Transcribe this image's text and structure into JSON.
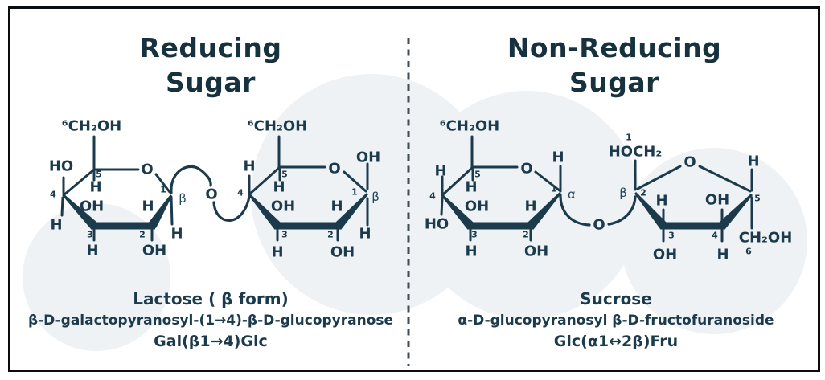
{
  "colors": {
    "ink": "#1b3a4b",
    "title": "#16323e",
    "border": "#0a0d10",
    "watermark": "#eff2f4"
  },
  "panels": {
    "left": {
      "title_line1": "Reducing",
      "title_line2": "Sugar",
      "caption": {
        "name": "Lactose ( β form)",
        "iupac": "β-D-galactopyranosyl-(1→4)-β-D-glucopyranose",
        "short": "Gal(β1→4)Glc"
      }
    },
    "right": {
      "title_line1": "Non-Reducing",
      "title_line2": "Sugar",
      "caption": {
        "name": "Sucrose",
        "iupac": "α-D-glucopyranosyl β-D-fructofuranoside",
        "short": "Glc(α1↔2β)Fru"
      }
    }
  },
  "lactose": {
    "gal": {
      "c6": "⁶CH₂OH",
      "n5": "5",
      "h5": "H",
      "ring_o": "O",
      "ho4": "HO",
      "n4": "4",
      "h4": "H",
      "oh3": "OH",
      "n3": "3",
      "h3": "H",
      "h2": "H",
      "n2": "2",
      "oh2": "OH",
      "n1": "1",
      "beta": "β",
      "h1": "H"
    },
    "glyco_o": "O",
    "glc": {
      "c6": "⁶CH₂OH",
      "h4": "H",
      "n4": "4",
      "n5": "5",
      "h5": "H",
      "ring_o": "O",
      "oh1": "OH",
      "n1": "1",
      "beta": "β",
      "h1": "H",
      "oh3": "OH",
      "n3": "3",
      "h3": "H",
      "h2": "H",
      "n2": "2",
      "oh2": "OH"
    }
  },
  "sucrose": {
    "glc": {
      "c6": "⁶CH₂OH",
      "h4": "H",
      "n4": "4",
      "ho4": "HO",
      "n5": "5",
      "h5": "H",
      "ring_o": "O",
      "h1": "H",
      "n1": "1",
      "alpha": "α",
      "oh3": "OH",
      "n3": "3",
      "h3": "H",
      "h2": "H",
      "n2": "2",
      "oh2": "OH"
    },
    "glyco_o": "O",
    "fru": {
      "n1": "1",
      "hoch2": "HOCH₂",
      "beta": "β",
      "n2": "2",
      "ring_o": "O",
      "h5": "H",
      "n5": "5",
      "ch2oh": "CH₂OH",
      "n6": "6",
      "h3": "H",
      "n3": "3",
      "oh3": "OH",
      "oh4": "OH",
      "n4": "4",
      "h4": "H"
    }
  }
}
